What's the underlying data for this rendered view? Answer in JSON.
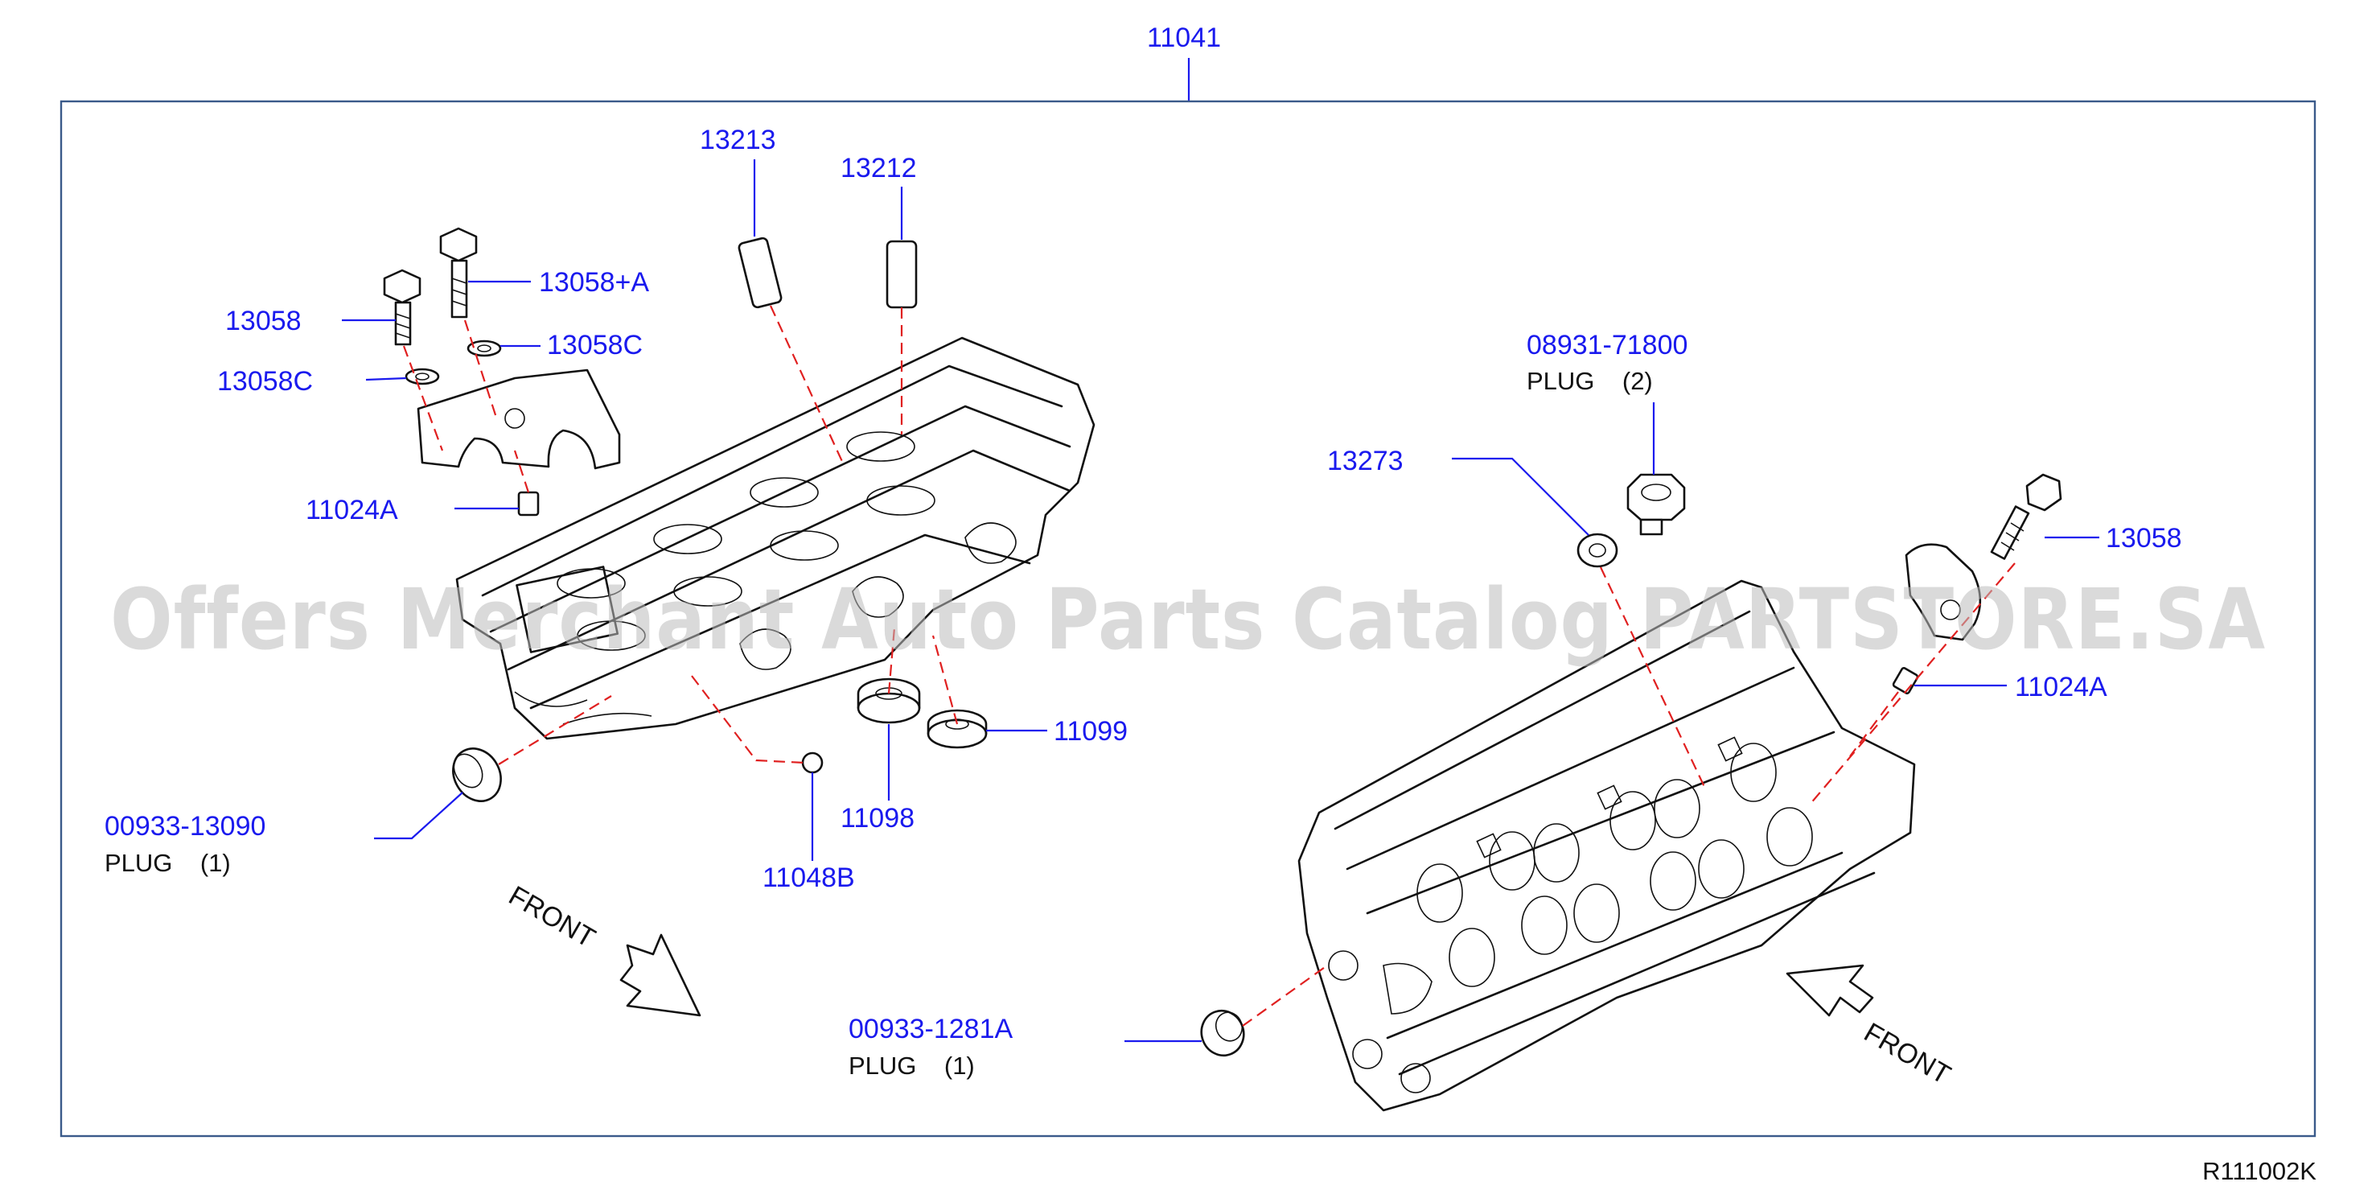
{
  "assembly_number": "11041",
  "diagram_code": "R111002K",
  "watermark": "Offers Merchant Auto Parts Catalog PARTSTORE.SA",
  "front_labels": [
    "FRONT",
    "FRONT"
  ],
  "callouts": {
    "p13213": "13213",
    "p13212": "13212",
    "p13058_left": "13058",
    "p13058a": "13058+A",
    "p13058c_left": "13058C",
    "p13058c_right": "13058C",
    "p11024a_left": "11024A",
    "p00933_13090": "00933-13090",
    "p00933_13090_desc": "PLUG    (1)",
    "p11048b": "11048B",
    "p11098": "11098",
    "p11099": "11099",
    "p08931": "08931-71800",
    "p08931_desc": "PLUG    (2)",
    "p13273": "13273",
    "p13058_right": "13058",
    "p11024a_right": "11024A",
    "p00933_1281a": "00933-1281A",
    "p00933_1281a_desc": "PLUG    (1)"
  },
  "colors": {
    "callout_text": "#1a1aee",
    "leader_line": "#1a1aee",
    "dashed_line": "#e02020",
    "frame": "#3a5a8a",
    "line_art": "#111111",
    "watermark": "#bcbcbc"
  }
}
